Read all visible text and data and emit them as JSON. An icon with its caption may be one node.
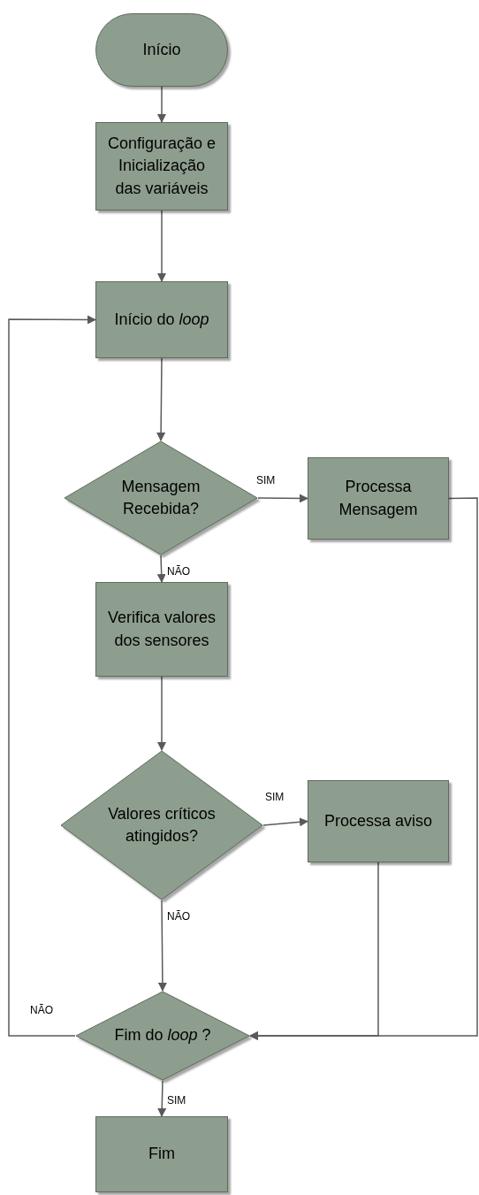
{
  "diagram": {
    "nodes": [
      {
        "text": [
          "Início"
        ]
      },
      {
        "text": [
          "Configuração e Inicialização das variáveis"
        ]
      },
      {
        "text": [
          "Início do *loop*"
        ]
      },
      {
        "text": [
          "Mensagem Recebida?"
        ]
      },
      {
        "text": [
          "Processa Mensagem"
        ]
      },
      {
        "text": [
          "Verifica valores dos sensores"
        ]
      },
      {
        "text": [
          "Valores críticos atingidos?"
        ]
      },
      {
        "text": [
          "Processa aviso"
        ]
      },
      {
        "text": [
          "Fim do *loop* ?"
        ]
      },
      {
        "text": [
          "Fim"
        ]
      }
    ],
    "edges": [
      {
        "from": 0,
        "to": 1,
        "arrow": "to"
      },
      {
        "from": 1,
        "to": 2,
        "arrow": "to"
      },
      {
        "from": 2,
        "to": 3,
        "arrow": "to"
      },
      {
        "from": 3,
        "to": 4,
        "arrow": "to",
        "label": "SIM"
      },
      {
        "from": 3,
        "to": 5,
        "arrow": "to",
        "label": "NÃO"
      },
      {
        "from": 5,
        "to": 6,
        "arrow": "to"
      },
      {
        "from": 6,
        "to": 7,
        "arrow": "to",
        "label": "SIM"
      },
      {
        "from": 6,
        "to": 8,
        "arrow": "to",
        "label": "NÃO"
      },
      {
        "from": 7,
        "to": 8,
        "arrow": "to"
      },
      {
        "from": 4,
        "to": 8,
        "arrow": "to"
      },
      {
        "from": 8,
        "to": 2,
        "arrow": "to",
        "label": "NÃO"
      },
      {
        "from": 8,
        "to": 9,
        "arrow": "to",
        "label": "SIM"
      }
    ]
  }
}
